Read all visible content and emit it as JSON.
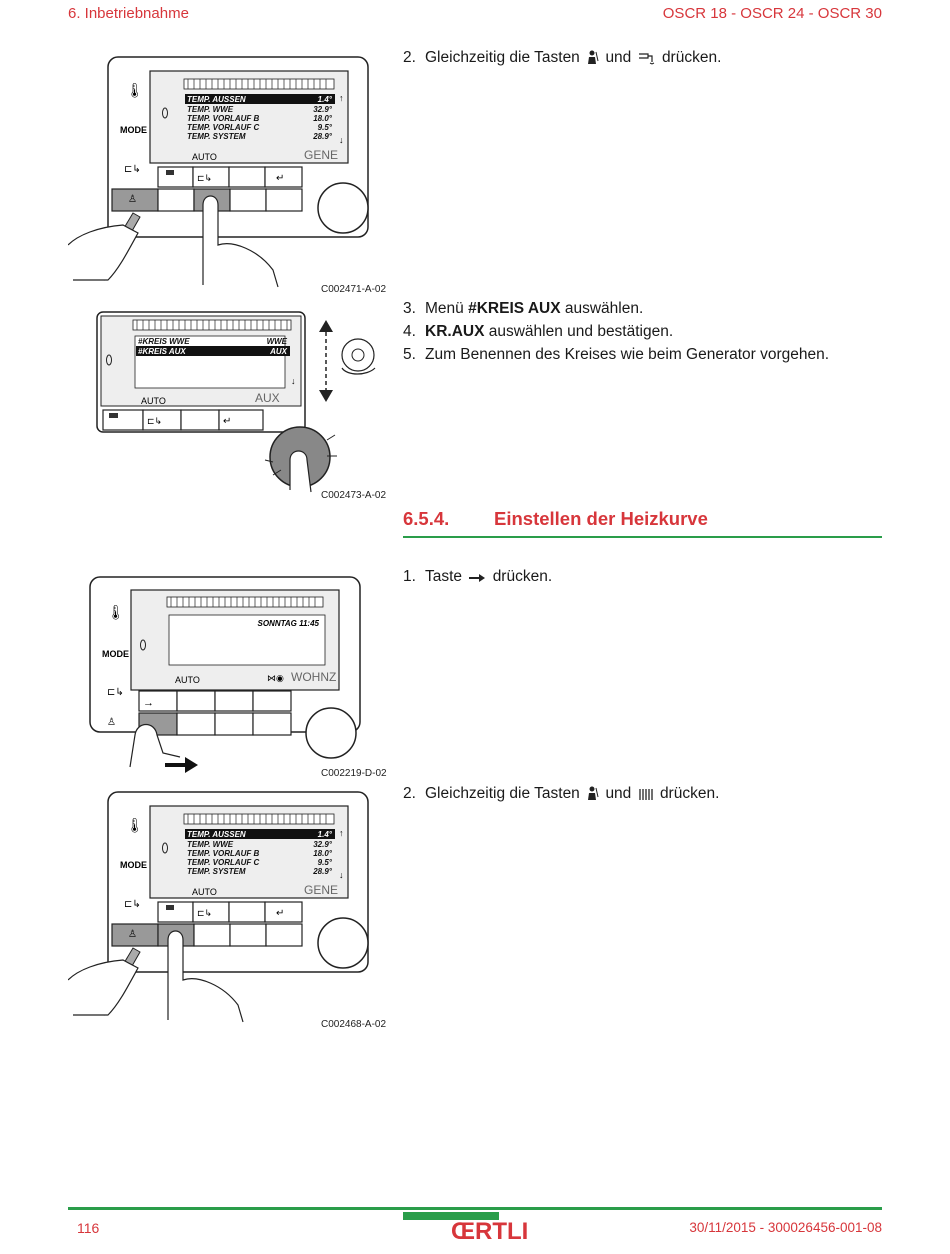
{
  "header": {
    "chapter": "6.  Inbetriebnahme",
    "models": "OSCR 18 - OSCR 24 - OSCR 30"
  },
  "figures": [
    {
      "code": "C002471-A-02",
      "screen_rows": [
        {
          "label": "TEMP. AUSSEN",
          "value": "1.4°",
          "selected": true
        },
        {
          "label": "TEMP. WWE",
          "value": "32.9°"
        },
        {
          "label": "TEMP. VORLAUF B",
          "value": "18.0°"
        },
        {
          "label": "TEMP. VORLAUF C",
          "value": "9.5°"
        },
        {
          "label": "TEMP. SYSTEM",
          "value": "28.9°"
        }
      ],
      "mode_text": "AUTO",
      "right_text": "GENE"
    },
    {
      "code": "C002473-A-02",
      "screen_rows": [
        {
          "label": "#KREIS  WWE",
          "value": "WWE"
        },
        {
          "label": "#KREIS AUX",
          "value": "AUX",
          "selected": true
        }
      ],
      "mode_text": "AUTO",
      "right_text": "AUX"
    },
    {
      "code": "C002219-D-02",
      "screen_time": "SONNTAG 11:45",
      "mode_text": "AUTO",
      "right_text": "WOHNZ"
    },
    {
      "code": "C002468-A-02",
      "screen_rows": [
        {
          "label": "TEMP. AUSSEN",
          "value": "1.4°",
          "selected": true
        },
        {
          "label": "TEMP. WWE",
          "value": "32.9°"
        },
        {
          "label": "TEMP. VORLAUF B",
          "value": "18.0°"
        },
        {
          "label": "TEMP. VORLAUF C",
          "value": "9.5°"
        },
        {
          "label": "TEMP. SYSTEM",
          "value": "28.9°"
        }
      ],
      "mode_text": "AUTO",
      "right_text": "GENE"
    }
  ],
  "panel_label_mode": "MODE",
  "steps_a": [
    {
      "num": "2.",
      "pre": "Gleichzeitig die Tasten",
      "mid": "und",
      "post": "drücken."
    }
  ],
  "steps_b": [
    {
      "num": "3.",
      "pre": "Menü",
      "bold": "#KREIS AUX",
      "post": "auswählen."
    },
    {
      "num": "4.",
      "pre": "",
      "bold": "KR.AUX",
      "post": "auswählen und bestätigen."
    },
    {
      "num": "5.",
      "pre": "Zum Benennen des Kreises wie beim Generator vorgehen.",
      "bold": "",
      "post": ""
    }
  ],
  "section": {
    "number": "6.5.4.",
    "title": "Einstellen der Heizkurve"
  },
  "steps_c": [
    {
      "num": "1.",
      "pre": "Taste",
      "post": "drücken."
    }
  ],
  "steps_d": [
    {
      "num": "2.",
      "pre": "Gleichzeitig die Tasten",
      "mid": "und",
      "post": "drücken."
    }
  ],
  "footer": {
    "page": "116",
    "logo": "ŒRTLI",
    "doc": "30/11/2015 - 300026456-001-08"
  },
  "colors": {
    "accent_red": "#d7363b",
    "accent_green": "#2a9d4a"
  }
}
